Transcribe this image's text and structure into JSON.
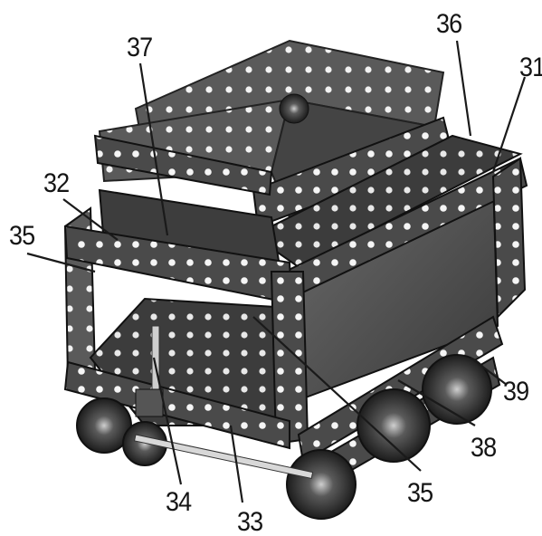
{
  "figure": {
    "subject": "mechanical model made of perforated metal strips and plates on wheels",
    "colors": {
      "background": "#ffffff",
      "metal_dark": "#2f2f2f",
      "metal_mid": "#555555",
      "metal_light": "#8a8a8a",
      "hole": "#f2f2f2",
      "leader_line": "#1a1a1a"
    }
  },
  "callouts": [
    {
      "id": "37",
      "label": "37"
    },
    {
      "id": "36",
      "label": "36"
    },
    {
      "id": "31",
      "label": "31"
    },
    {
      "id": "32",
      "label": "32"
    },
    {
      "id": "35a",
      "label": "35"
    },
    {
      "id": "39",
      "label": "39"
    },
    {
      "id": "38",
      "label": "38"
    },
    {
      "id": "35b",
      "label": "35"
    },
    {
      "id": "34",
      "label": "34"
    },
    {
      "id": "33",
      "label": "33"
    }
  ]
}
